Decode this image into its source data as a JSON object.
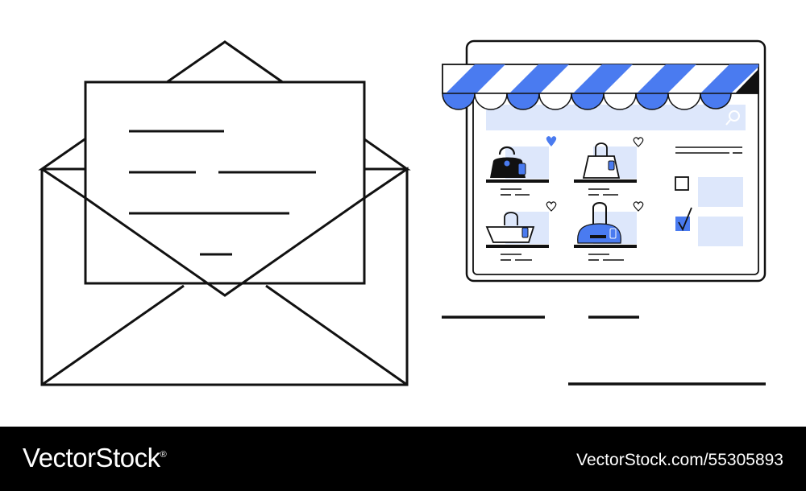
{
  "illustration": {
    "envelope": {
      "icon": "open-envelope-with-letter"
    },
    "shop_window": {
      "icon": "online-shop-storefront",
      "awning_colors": [
        "#4a7bf0",
        "#ffffff"
      ],
      "products": [
        {
          "icon": "black-handbag-icon",
          "favorited": true
        },
        {
          "icon": "tote-bag-icon",
          "favorited": false
        },
        {
          "icon": "basket-bag-icon",
          "favorited": false
        },
        {
          "icon": "blue-bowling-bag-icon",
          "favorited": false
        }
      ],
      "filters": [
        {
          "checked": false
        },
        {
          "checked": true
        }
      ]
    }
  },
  "colors": {
    "accent": "#4a7bf0",
    "light_fill": "#dde7fb",
    "stroke": "#111111"
  },
  "footer": {
    "brand": "VectorStock",
    "registered_mark": "®",
    "stock_id": "VectorStock.com/55305893"
  }
}
